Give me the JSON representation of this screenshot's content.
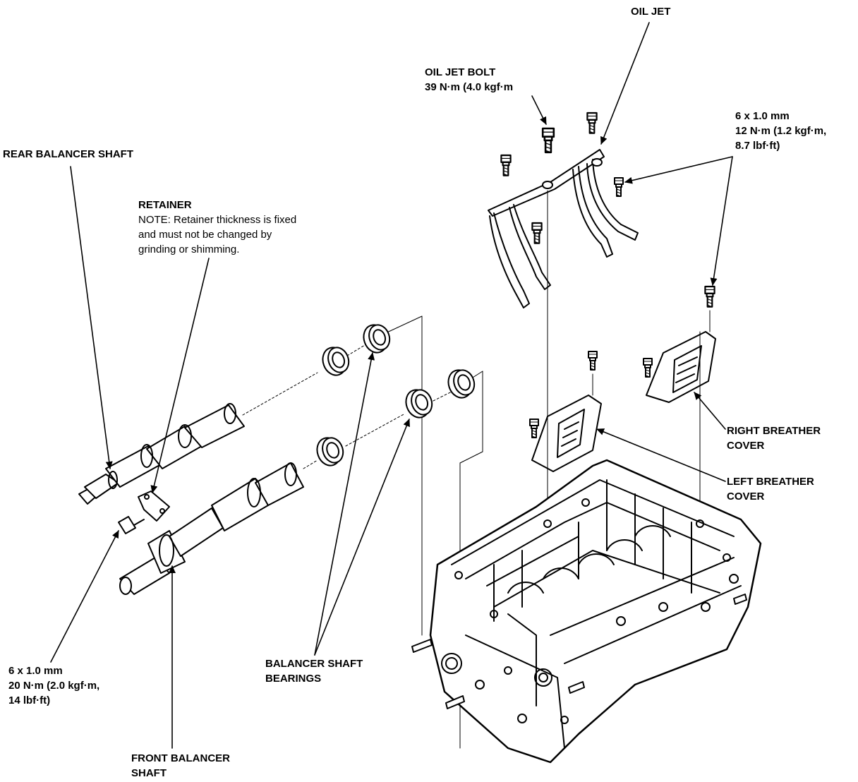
{
  "labels": {
    "oil_jet": {
      "l1": "OIL JET"
    },
    "oil_jet_bolt": {
      "l1": "OIL JET BOLT",
      "l2": "39 N·m (4.0 kgf·m"
    },
    "bolt_6mm_breather": {
      "l1": "6 x 1.0 mm",
      "l2": "12 N·m (1.2 kgf·m,",
      "l3": "8.7 lbf·ft)"
    },
    "rear_balancer_shaft": {
      "l1": "REAR BALANCER SHAFT"
    },
    "retainer": {
      "l1": "RETAINER",
      "l2": "NOTE:  Retainer thickness is fixed",
      "l3": "and must not be changed by",
      "l4": "grinding or shimming."
    },
    "right_breather_cover": {
      "l1": "RIGHT BREATHER",
      "l2": "COVER"
    },
    "left_breather_cover": {
      "l1": "LEFT BREATHER",
      "l2": "COVER"
    },
    "bolt_6mm_retainer": {
      "l1": "6 x 1.0 mm",
      "l2": "20 N·m (2.0 kgf·m,",
      "l3": "14 lbf·ft)"
    },
    "balancer_shaft_bearings": {
      "l1": "BALANCER SHAFT",
      "l2": "BEARINGS"
    },
    "front_balancer_shaft": {
      "l1": "FRONT BALANCER",
      "l2": "SHAFT"
    }
  },
  "colors": {
    "ink": "#000000",
    "paper": "#ffffff"
  }
}
